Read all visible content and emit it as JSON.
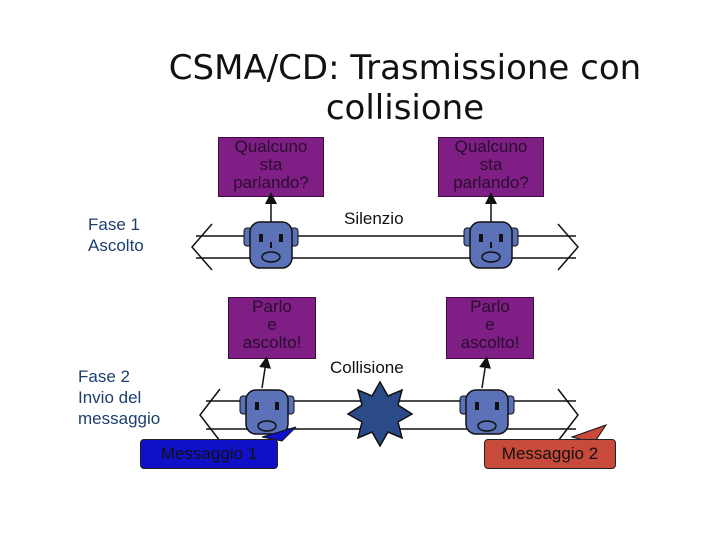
{
  "title": "CSMA/CD: Trasmissione con collisione",
  "phase1": {
    "label_line1": "Fase 1",
    "label_line2": "Ascolto",
    "left_bubble": [
      "Qualcuno",
      "sta",
      "parlando?"
    ],
    "right_bubble": [
      "Qualcuno",
      "sta",
      "parlando?"
    ],
    "center_label": "Silenzio"
  },
  "phase2": {
    "label_line1": "Fase 2",
    "label_line2": "Invio del",
    "label_line3": "messaggio",
    "left_bubble": [
      "Parlo",
      "e",
      "ascolto!"
    ],
    "right_bubble": [
      "Parlo",
      "e",
      "ascolto!"
    ],
    "center_label": "Collisione",
    "message_left": "Messaggio 1",
    "message_right": "Messaggio 2"
  },
  "colors": {
    "bubble": "#7f1f86",
    "face": "#5b72b8",
    "collision": "#2b4a88",
    "message_left": "#1010c8",
    "message_right": "#c84a3a"
  }
}
